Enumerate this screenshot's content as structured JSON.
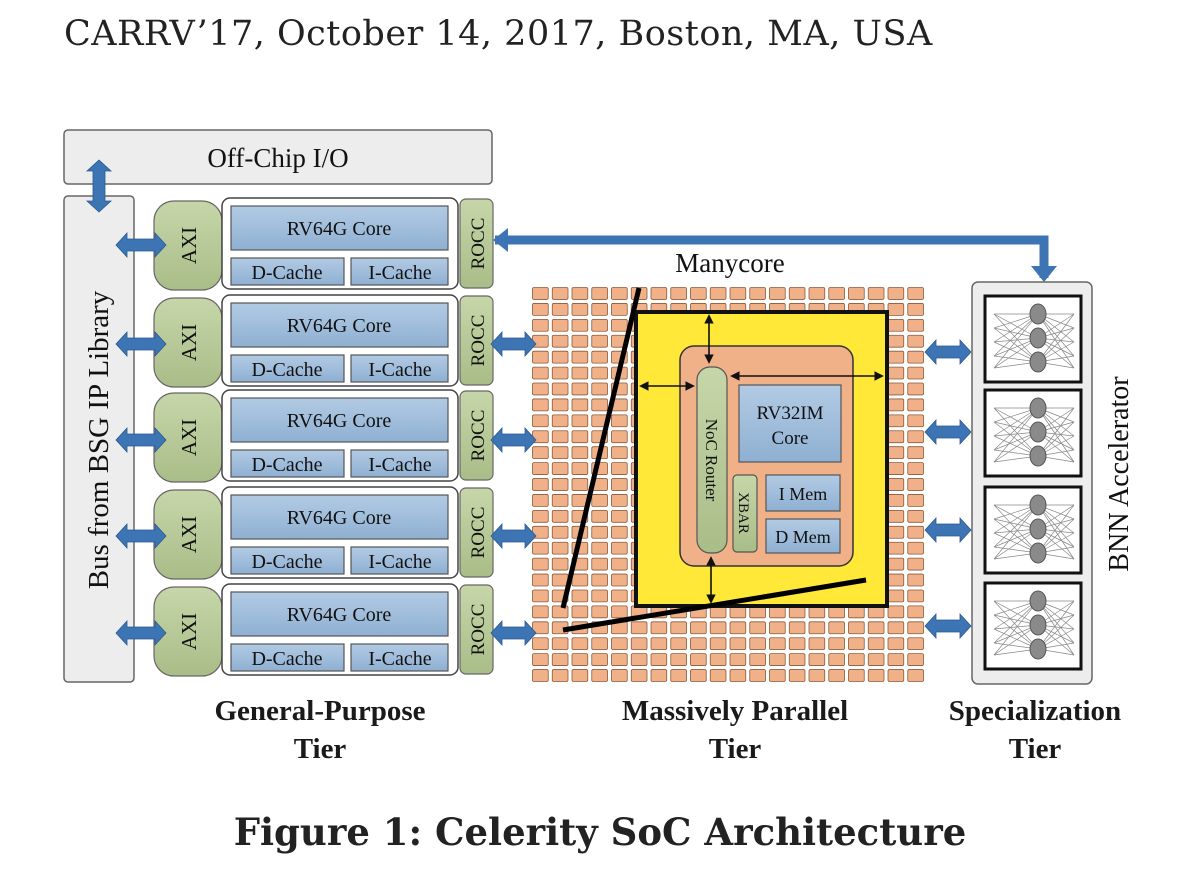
{
  "page": {
    "header": "CARRV’17, October 14, 2017, Boston, MA, USA",
    "caption": "Figure 1: Celerity SoC Architecture"
  },
  "figure": {
    "offchip_io": "Off-Chip I/O",
    "bus_label": "Bus from BSG IP Library",
    "axi_label": "AXI",
    "rocc_label": "ROCC",
    "core_label": "RV64G Core",
    "dcache_label": "D-Cache",
    "icache_label": "I-Cache",
    "core_rows": 5,
    "manycore_label": "Manycore",
    "noc_router_label": "NoC Router",
    "rv32_label_line1": "RV32IM",
    "rv32_label_line2": "Core",
    "xbar_label": "XBAR",
    "imem_label": "I Mem",
    "dmem_label": "D Mem",
    "bnn_label": "BNN Accelerator",
    "bnn_units": 4,
    "tiers": {
      "general_purpose": [
        "General-Purpose",
        "Tier"
      ],
      "massively_parallel": [
        "Massively Parallel",
        "Tier"
      ],
      "specialization": [
        "Specialization",
        "Tier"
      ]
    },
    "colors": {
      "grey_box": "#ededed",
      "core_blue": "#9dbbd8",
      "axi_green": "#b7c999",
      "orange_tile": "#f0b088",
      "yellow": "#ffe838",
      "arrow_blue": "#3d74b4"
    }
  }
}
